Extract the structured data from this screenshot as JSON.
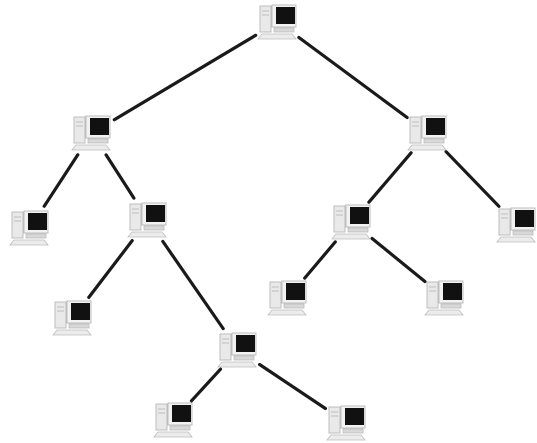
{
  "diagram": {
    "type": "tree",
    "node_icon": "computer-icon",
    "colors": {
      "background": "#ffffff",
      "link": "#1a1a1a",
      "case": "#e9e9e9",
      "case_outline": "#bdbdbd",
      "screen": "#111111",
      "base": "#d8d8d8"
    },
    "nodes": [
      {
        "id": "root",
        "children": [
          "left",
          "right"
        ]
      },
      {
        "id": "left",
        "children": [
          "left-a",
          "left-b"
        ]
      },
      {
        "id": "right",
        "children": [
          "right-a",
          "right-b"
        ]
      },
      {
        "id": "left-a",
        "children": []
      },
      {
        "id": "left-b",
        "children": [
          "left-b-a",
          "left-b-b"
        ]
      },
      {
        "id": "right-a",
        "children": [
          "right-a-a",
          "right-a-b"
        ]
      },
      {
        "id": "right-b",
        "children": []
      },
      {
        "id": "left-b-a",
        "children": []
      },
      {
        "id": "right-a-a",
        "children": []
      },
      {
        "id": "right-a-b",
        "children": []
      },
      {
        "id": "left-b-b",
        "children": [
          "left-b-b-a",
          "left-b-b-b"
        ]
      },
      {
        "id": "left-b-b-a",
        "children": []
      },
      {
        "id": "left-b-b-b",
        "children": []
      }
    ]
  }
}
